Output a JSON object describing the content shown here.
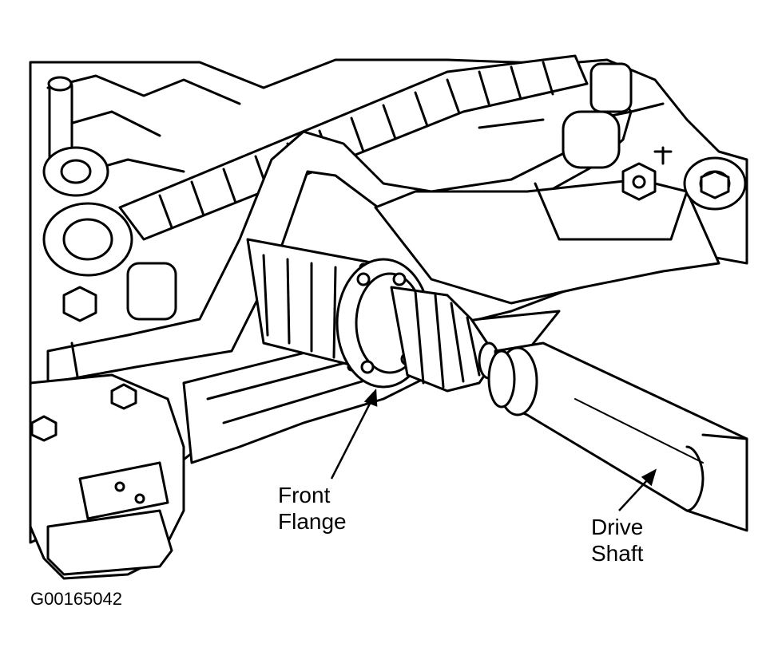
{
  "callouts": {
    "front_flange": {
      "line1": "Front",
      "line2": "Flange"
    },
    "drive_shaft": {
      "line1": "Drive",
      "line2": "Shaft"
    }
  },
  "figure_id": "G00165042",
  "colors": {
    "ink": "#000000",
    "paper": "#ffffff"
  }
}
